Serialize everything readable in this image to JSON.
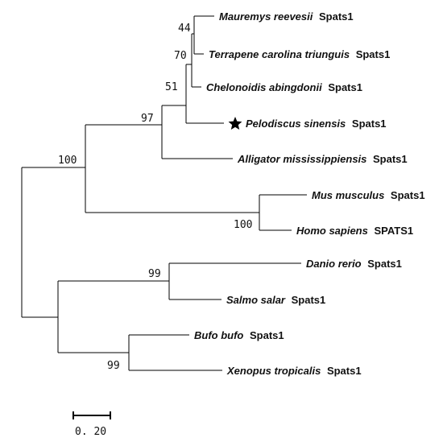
{
  "tree": {
    "taxa": [
      {
        "id": "mauremys",
        "name": "Mauremys reevesii",
        "gene": "Spats1"
      },
      {
        "id": "terrapene",
        "name": "Terrapene carolina triunguis",
        "gene": "Spats1"
      },
      {
        "id": "chelonoidis",
        "name": "Chelonoidis abingdonii",
        "gene": "Spats1"
      },
      {
        "id": "pelodiscus",
        "name": "Pelodiscus sinensis",
        "gene": "Spats1",
        "marker": "star-icon"
      },
      {
        "id": "alligator",
        "name": "Alligator mississippiensis",
        "gene": "Spats1"
      },
      {
        "id": "mus",
        "name": "Mus musculus",
        "gene": "Spats1"
      },
      {
        "id": "homo",
        "name": "Homo sapiens",
        "gene": "SPATS1"
      },
      {
        "id": "danio",
        "name": "Danio rerio",
        "gene": "Spats1"
      },
      {
        "id": "salmo",
        "name": "Salmo salar",
        "gene": "Spats1"
      },
      {
        "id": "bufo",
        "name": "Bufo bufo",
        "gene": "Spats1"
      },
      {
        "id": "xenopus",
        "name": "Xenopus tropicalis",
        "gene": "Spats1"
      }
    ],
    "support_values": {
      "mauremys_terrapene": "44",
      "turtles_three": "70",
      "turtles": "51",
      "reptiles": "97",
      "amniotes": "100",
      "mammals": "100",
      "fishes": "99",
      "frogs": "99"
    },
    "scale_bar": {
      "label": "0. 20"
    }
  }
}
